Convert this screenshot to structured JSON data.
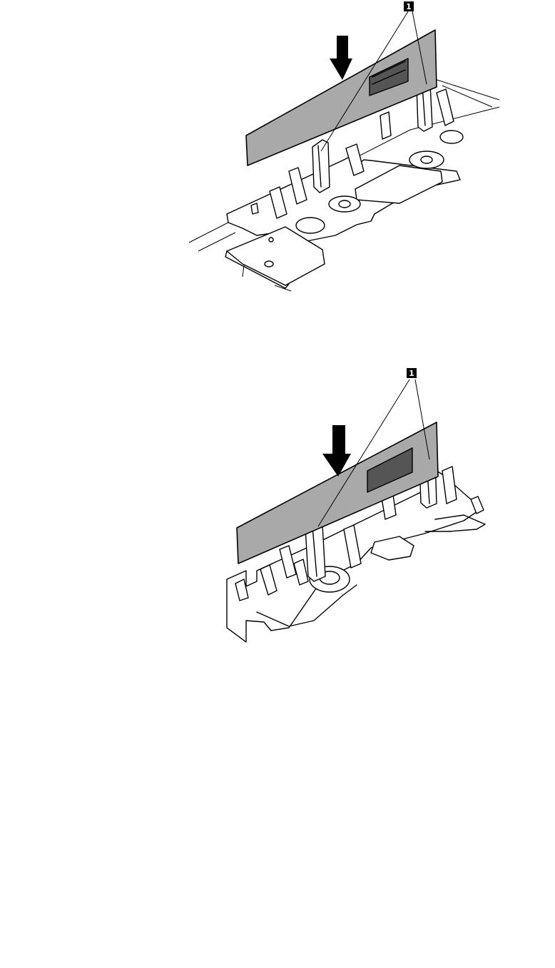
{
  "figures": [
    {
      "name": "top-view",
      "callout": {
        "label": "1"
      },
      "colors": {
        "card": "#a9a9a9",
        "connector": "#555555",
        "arrow": "#000000"
      }
    },
    {
      "name": "bottom-view",
      "callout": {
        "label": "1"
      },
      "colors": {
        "card": "#a9a9a9",
        "connector": "#555555",
        "arrow": "#000000"
      }
    }
  ],
  "icons": [
    "down-arrow-icon",
    "callout-marker-icon"
  ]
}
